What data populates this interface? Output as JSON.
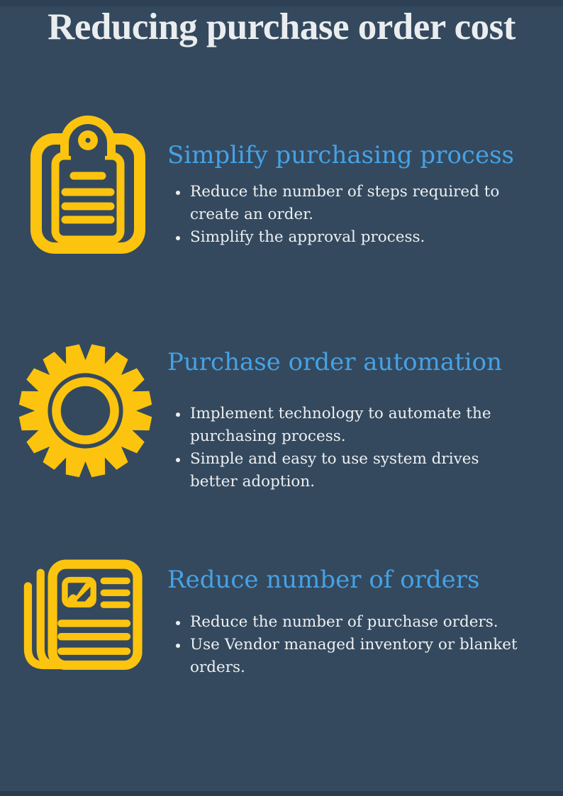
{
  "page": {
    "title": "Reducing purchase order cost",
    "background_color": "#34495E",
    "title_color": "#EAEDEF"
  },
  "colors": {
    "icon_yellow": "#FCC40E",
    "heading_blue": "#45A2E6",
    "body_text": "#EDEFF1"
  },
  "sections": [
    {
      "icon": "clipboard-icon",
      "heading": "Simplify purchasing process",
      "bullets": [
        "Reduce the number of steps required to create an order.",
        "Simplify the approval process."
      ]
    },
    {
      "icon": "gear-icon",
      "heading": "Purchase order automation",
      "bullets": [
        "Implement technology to automate the purchasing process.",
        "Simple and easy to use system drives better adoption."
      ]
    },
    {
      "icon": "newspaper-icon",
      "heading": "Reduce number of orders",
      "bullets": [
        "Reduce the number of purchase orders.",
        "Use Vendor managed inventory or blanket orders."
      ]
    }
  ]
}
